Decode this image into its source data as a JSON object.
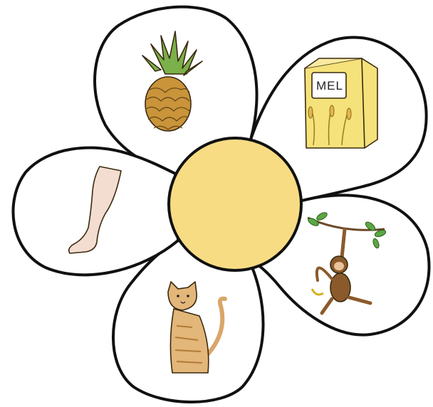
{
  "flower": {
    "center_color": "#F7DC84",
    "petals": [
      {
        "id": "top",
        "picture": "pineapple-icon"
      },
      {
        "id": "upper-right",
        "picture": "flour-bag-icon",
        "label": "MEL"
      },
      {
        "id": "right",
        "picture": "monkey-icon"
      },
      {
        "id": "bottom",
        "picture": "cat-icon"
      },
      {
        "id": "left",
        "picture": "leg-icon"
      }
    ]
  }
}
